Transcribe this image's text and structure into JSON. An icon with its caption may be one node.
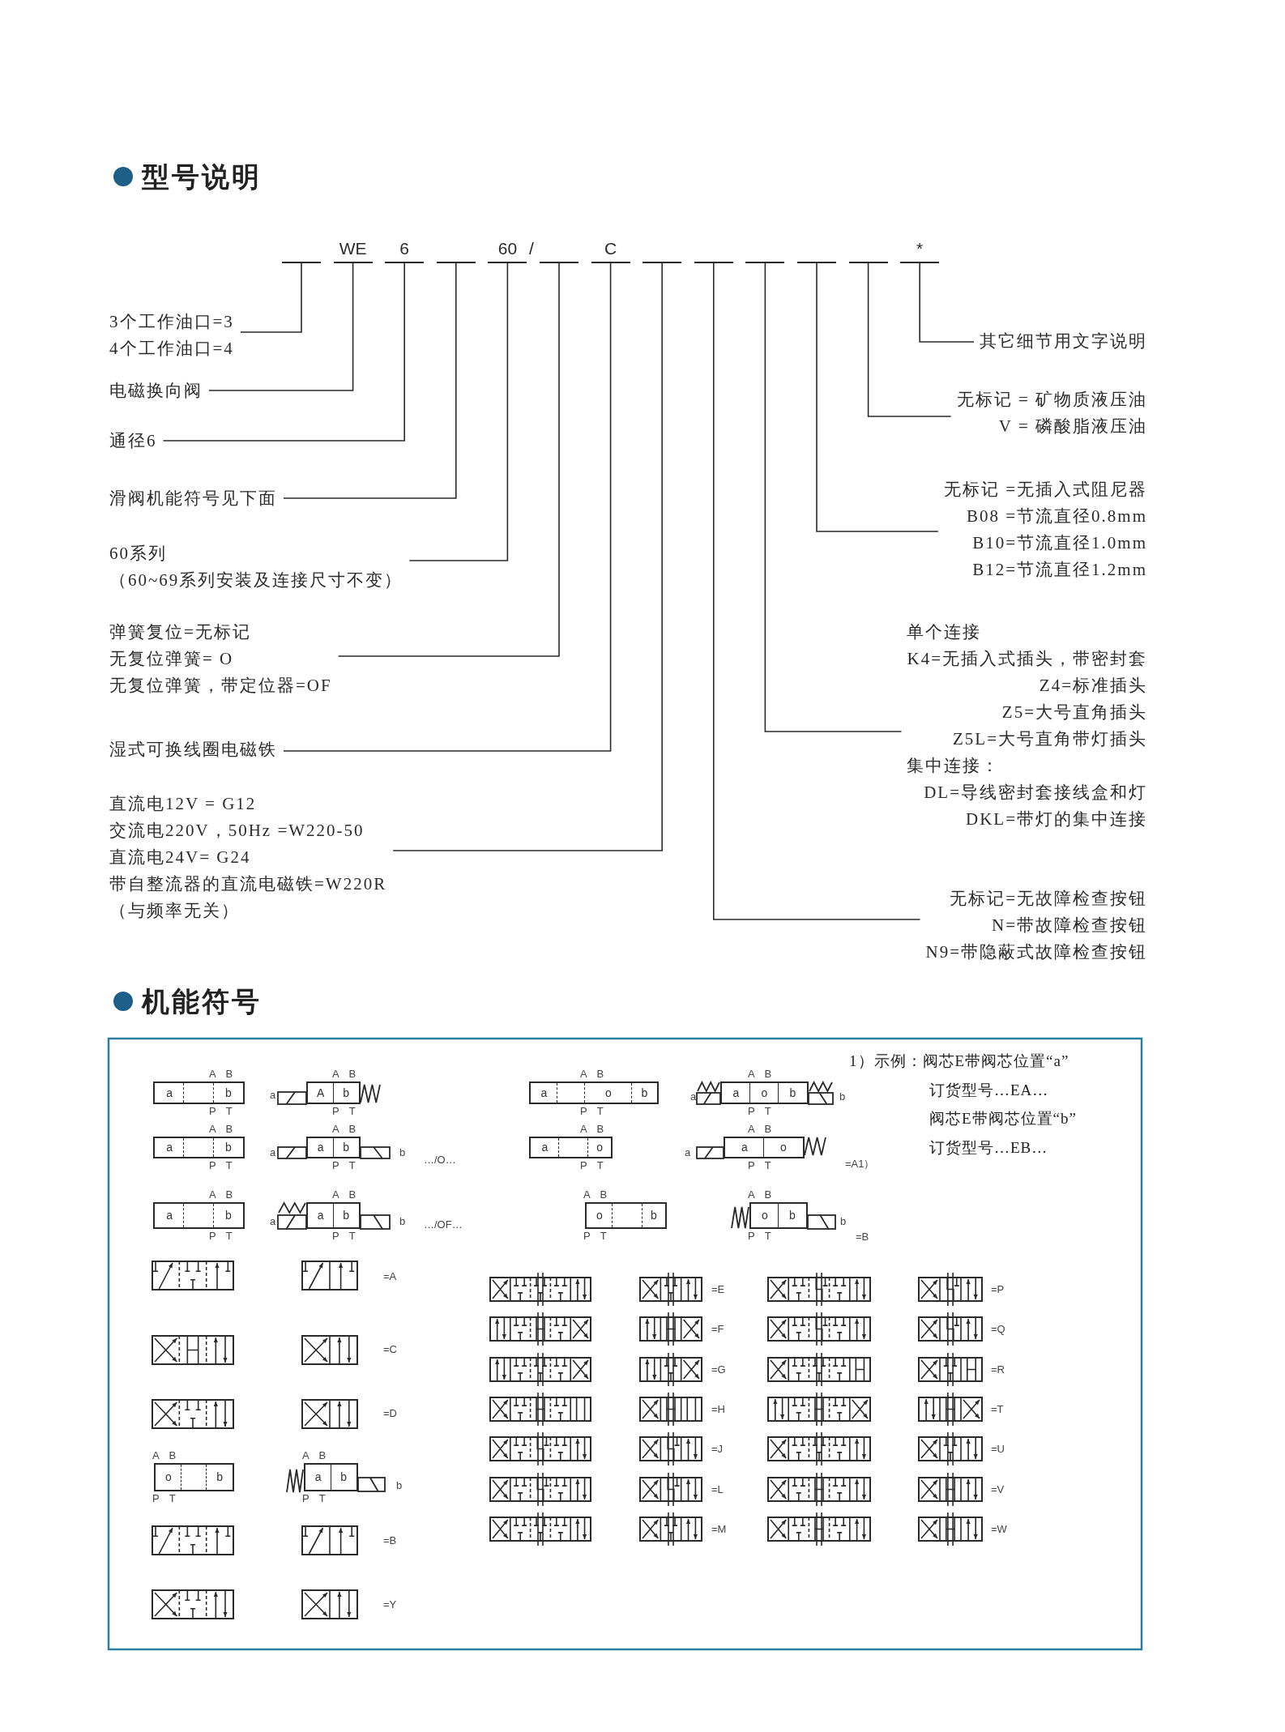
{
  "diagram": {
    "nodes": [
      {
        "text": [],
        "shape": "bar"
      },
      {
        "text": [
          "WE"
        ]
      },
      {
        "text": [
          "6"
        ]
      },
      {
        "text": [],
        "shape": "bar"
      },
      {
        "text": [
          "60"
        ]
      },
      {
        "text": [],
        "shape": "bar"
      },
      {
        "text": [
          "C"
        ]
      },
      {
        "text": [],
        "shape": "bar"
      },
      {
        "text": [],
        "shape": "bar"
      },
      {
        "text": [],
        "shape": "bar"
      },
      {
        "text": [],
        "shape": "bar"
      },
      {
        "text": [],
        "shape": "bar"
      },
      {
        "text": [
          "*"
        ]
      },
      {
        "text": [
          "3个工作油口=3",
          "4个工作油口=4"
        ]
      },
      {
        "text": [
          "电磁换向阀"
        ]
      },
      {
        "text": [
          "通径6"
        ]
      },
      {
        "text": [
          "滑阀机能符号见下面"
        ]
      },
      {
        "text": [
          "60系列",
          "（60~69系列安装及连接尺寸不变）"
        ]
      },
      {
        "text": [
          "弹簧复位=无标记",
          "无复位弹簧= O",
          "无复位弹簧，带定位器=OF"
        ]
      },
      {
        "text": [
          "湿式可换线圈电磁铁"
        ]
      },
      {
        "text": [
          "直流电12V = G12",
          "交流电220V，50Hz =W220-50",
          "直流电24V= G24",
          "带自整流器的直流电磁铁=W220R",
          "（与频率无关）"
        ]
      },
      {
        "text": [
          "其它细节用文字说明"
        ]
      },
      {
        "text": [
          "无标记 = 矿物质液压油",
          "V = 磷酸脂液压油"
        ]
      },
      {
        "text": [
          "无标记 =无插入式阻尼器",
          "B08 =节流直径0.8mm",
          "B10=节流直径1.0mm",
          "B12=节流直径1.2mm"
        ]
      },
      {
        "text": [
          "单个连接",
          "K4=无插入式插头，带密封套",
          "Z4=标准插头",
          "Z5=大号直角插头",
          "Z5L=大号直角带灯插头",
          "集中连接：",
          "DL=导线密封套接线盒和灯",
          "DKL=带灯的集中连接"
        ]
      },
      {
        "text": [
          "无标记=无故障检查按钮",
          "N=带故障检查按钮",
          "N9=带隐蔽式故障检查按钮"
        ]
      },
      {
        "text": [
          "a",
          "b"
        ],
        "beside": [
          "A B",
          "P T"
        ]
      },
      {
        "text": [
          "A",
          "b"
        ],
        "beside": [
          "A B",
          "P T",
          "a"
        ]
      },
      {
        "text": [
          "a",
          "o",
          "b"
        ],
        "beside": [
          "A B",
          "P T"
        ]
      },
      {
        "text": [
          "a",
          "o",
          "b"
        ],
        "beside": [
          "A B",
          "P T",
          "a",
          "b"
        ]
      },
      {
        "text": [
          "a",
          "b"
        ],
        "beside": [
          "A B",
          "P T"
        ]
      },
      {
        "text": [
          "a",
          "b"
        ],
        "beside": [
          "A B",
          "P T",
          "a",
          "b"
        ]
      },
      {
        "text": [
          "a",
          "o"
        ],
        "beside": [
          "A B",
          "P T"
        ]
      },
      {
        "text": [
          "a",
          "o"
        ],
        "beside": [
          "A B",
          "P T",
          "a"
        ]
      },
      {
        "text": [
          "a",
          "b"
        ],
        "beside": [
          "A B",
          "P T"
        ]
      },
      {
        "text": [
          "a",
          "b"
        ],
        "beside": [
          "A B",
          "P T",
          "a",
          "b"
        ]
      },
      {
        "text": [
          "o",
          "b"
        ],
        "beside": [
          "A B",
          "P T"
        ]
      },
      {
        "text": [
          "o",
          "b"
        ],
        "beside": [
          "A B",
          "P T",
          "b"
        ]
      },
      {
        "text": [
          "o",
          "b"
        ],
        "beside": [
          "A B",
          "P T"
        ]
      },
      {
        "text": [
          "a",
          "b"
        ],
        "beside": [
          "A B",
          "P T",
          "b"
        ]
      }
    ],
    "edges": [
      {
        "from": 0,
        "to": 13,
        "arrow": "none"
      },
      {
        "from": 1,
        "to": 14,
        "arrow": "none"
      },
      {
        "from": 2,
        "to": 15,
        "arrow": "none"
      },
      {
        "from": 3,
        "to": 16,
        "arrow": "none"
      },
      {
        "from": 4,
        "to": 17,
        "arrow": "none"
      },
      {
        "from": 5,
        "to": 18,
        "arrow": "none"
      },
      {
        "from": 6,
        "to": 19,
        "arrow": "none"
      },
      {
        "from": 7,
        "to": 20,
        "arrow": "none"
      },
      {
        "from": 8,
        "to": 25,
        "arrow": "none"
      },
      {
        "from": 9,
        "to": 24,
        "arrow": "none"
      },
      {
        "from": 10,
        "to": 23,
        "arrow": "none"
      },
      {
        "from": 11,
        "to": 22,
        "arrow": "none"
      },
      {
        "from": 12,
        "to": 21,
        "arrow": "none"
      }
    ],
    "labels": [
      "型号说明",
      "/",
      "机能符号",
      "1）示例：阀芯E带阀芯位置“a”",
      "订货型号…EA…",
      "阀芯E带阀芯位置“b”",
      "订货型号…EB…",
      "…/O…",
      "=A1）",
      "…/OF…",
      "=B",
      "=A",
      "=E",
      "=P",
      "=F",
      "=Q",
      "=C",
      "=G",
      "=R",
      "=H",
      "=T",
      "=D",
      "=J",
      "=U",
      "=L",
      "=V",
      "=M",
      "=W",
      "=B",
      "=Y"
    ]
  }
}
